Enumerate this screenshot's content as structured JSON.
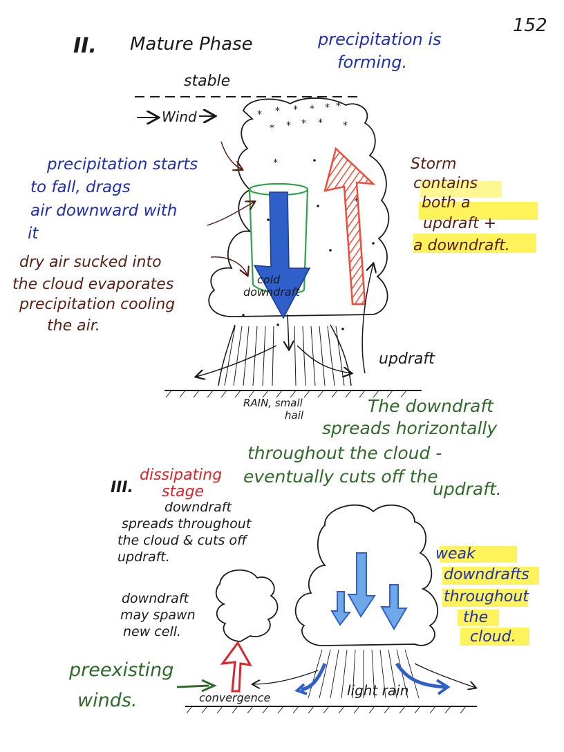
{
  "page_number": "152",
  "colors": {
    "ink_black": "#1a1a1a",
    "ink_blue": "#1f2fb0",
    "ink_brown": "#5a1f14",
    "ink_green": "#2f6a2a",
    "ink_red": "#d8242a",
    "arrow_red": "#f04a3a",
    "arrow_blue": "#2f5fc8",
    "highlight": "#fff24a",
    "cylinder_green": "#2ea34a"
  },
  "section2": {
    "numeral": "II.",
    "title": "Mature Phase",
    "blue_note": [
      "precipitation is",
      "forming."
    ],
    "stable_label": "stable",
    "wind_label": "Wind",
    "left_blue_note": [
      "precipitation starts",
      "to fall, drags",
      "air downward with",
      "it"
    ],
    "left_brown_note": [
      "dry air sucked into",
      "the cloud evaporates",
      "precipitation cooling",
      "the air."
    ],
    "cold_downdraft": [
      "cold",
      "downdraft"
    ],
    "updraft_label": "updraft",
    "right_note": [
      "Storm",
      "contains",
      "both a",
      "updraft +",
      "a downdraft."
    ],
    "rain_label": [
      "RAIN, small",
      "hail"
    ],
    "green_note": [
      "The downdraft",
      "spreads horizontally",
      "throughout the cloud -",
      "eventually cuts off the",
      "updraft."
    ]
  },
  "section3": {
    "numeral": "III.",
    "title": [
      "dissipating",
      "stage"
    ],
    "desc": [
      "downdraft",
      "spreads throughout",
      "the cloud & cuts off",
      "updraft."
    ],
    "spawn_note": [
      "downdraft",
      "may spawn",
      "new cell."
    ],
    "preexisting": [
      "preexisting",
      "winds."
    ],
    "convergence": "convergence",
    "light_rain": "light rain",
    "weak_note": [
      "weak",
      "downdrafts",
      "throughout",
      "the",
      "cloud."
    ]
  }
}
